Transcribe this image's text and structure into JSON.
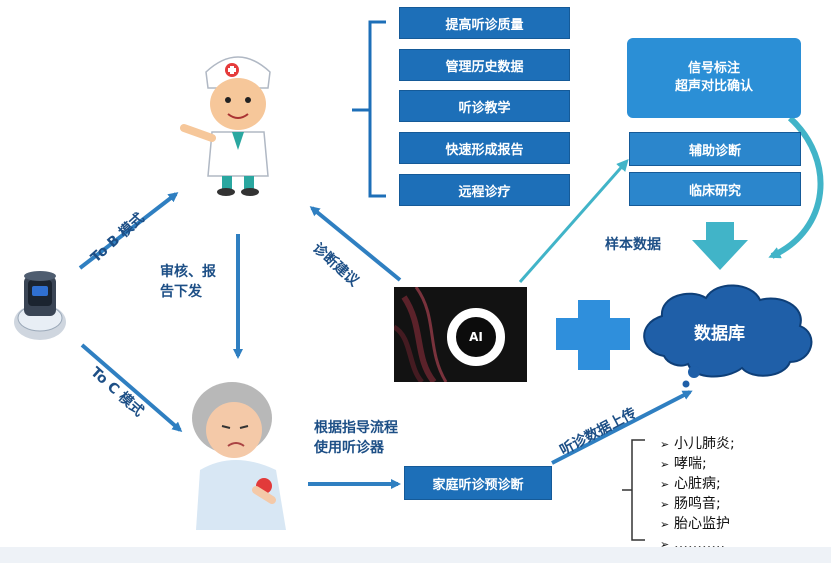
{
  "uses": {
    "quality": "提高听诊质量",
    "history": "管理历史数据",
    "teaching": "听诊教学",
    "report": "快速形成报告",
    "remote": "远程诊疗"
  },
  "signal": {
    "line1": "信号标注",
    "line2": "超声对比确认"
  },
  "aux_diagnosis": "辅助诊断",
  "clinical_research": "临床研究",
  "sample_data": "样本数据",
  "to_b": "To B 模式",
  "to_c": "To C 模式",
  "review": {
    "line1": "审核、报",
    "line2": "告下发"
  },
  "diagnosis_advice": "诊断建议",
  "ai_label": "AI",
  "database": "数据库",
  "upload": "听诊数据上传",
  "guide": {
    "line1": "根据指导流程",
    "line2": "使用听诊器"
  },
  "home_prediagnosis": "家庭听诊预诊断",
  "conditions": [
    "小儿肺炎;",
    "哮喘;",
    "心脏病;",
    "肠鸣音;",
    "胎心监护",
    "……….."
  ],
  "colors": {
    "primary": "#1d6fb8",
    "arrow": "#2f7fc1",
    "teal_arrow": "#41b4c8",
    "cloud": "#1f5fa8"
  },
  "icons": [
    "stethoscope-device-icon",
    "doctor-illustration",
    "patient-illustration",
    "plus-icon",
    "cloud-icon"
  ]
}
